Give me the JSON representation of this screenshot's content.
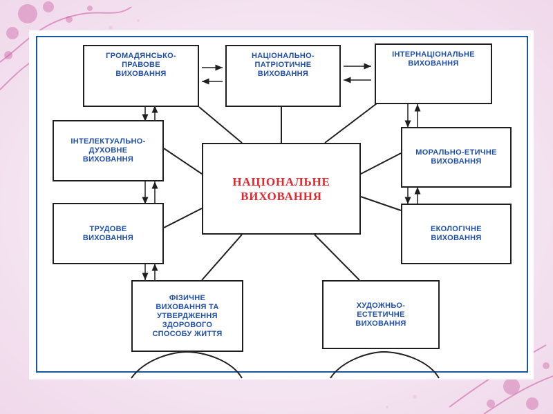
{
  "diagram": {
    "center": {
      "label": "НАЦІОНАЛЬНЕ\nВИХОВАННЯ"
    },
    "nodes": {
      "civic": {
        "label": "ГРОМАДЯНСЬКО-\nПРАВОВЕ\nВИХОВАННЯ"
      },
      "patriotic": {
        "label": "НАЦІОНАЛЬНО-\nПАТРІОТИЧНЕ\nВИХОВАННЯ"
      },
      "international": {
        "label": "ІНТЕРНАЦІОНАЛЬНЕ\nВИХОВАННЯ"
      },
      "intellectual": {
        "label": "ІНТЕЛЕКТУАЛЬНО-\nДУХОВНЕ\nВИХОВАННЯ"
      },
      "moral": {
        "label": "МОРАЛЬНО-ЕТИЧНЕ\nВИХОВАННЯ"
      },
      "labor": {
        "label": "ТРУДОВЕ\nВИХОВАННЯ"
      },
      "ecological": {
        "label": "ЕКОЛОГІЧНЕ\nВИХОВАННЯ"
      },
      "physical": {
        "label": "ФІЗИЧНЕ\nВИХОВАННЯ ТА\nУТВЕРДЖЕННЯ\nЗДОРОВОГО\nСПОСОБУ ЖИТТЯ"
      },
      "aesthetic": {
        "label": "ХУДОЖНЬО-\nЕСТЕТИЧНЕ\nВИХОВАННЯ"
      }
    }
  },
  "colors": {
    "node_text": "#1f4fa8",
    "center_text": "#e0282e",
    "frame_border": "#1a55a0",
    "decor": "#c8509a"
  }
}
